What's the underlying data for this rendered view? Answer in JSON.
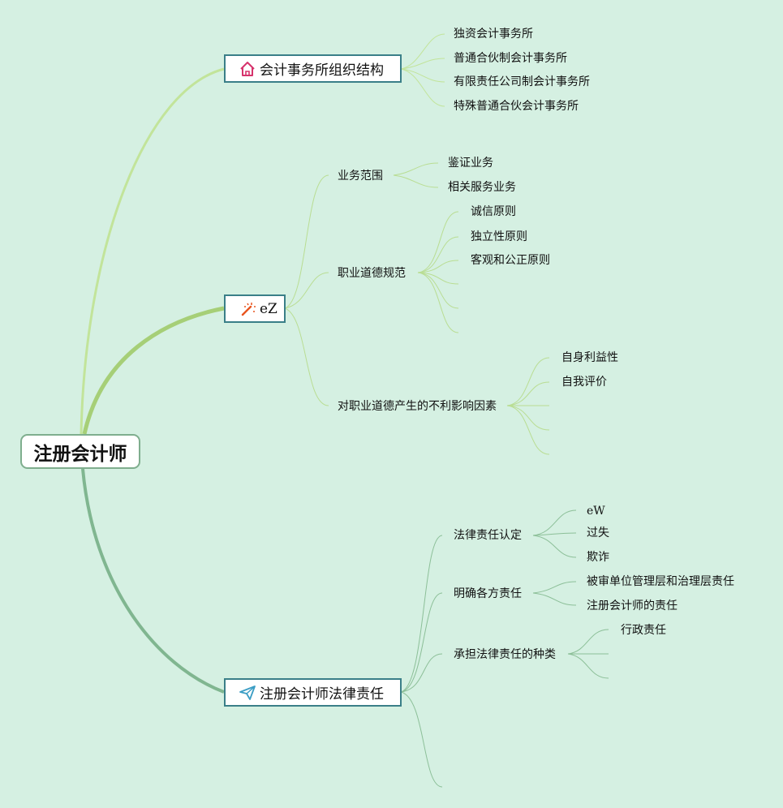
{
  "root": {
    "label": "注册会计师"
  },
  "branch1": {
    "label": "会计事务所组织结构",
    "icon": "house-icon",
    "items": [
      "独资会计事务所",
      "普通合伙制会计事务所",
      "有限责任公司制会计事务所",
      "特殊普通合伙会计事务所"
    ]
  },
  "branch2": {
    "label": "eZ",
    "icon": "magic-wand-icon",
    "scope": {
      "label": "业务范围",
      "items": [
        "鉴证业务",
        "相关服务业务"
      ]
    },
    "ethics": {
      "label": "职业道德规范",
      "items": [
        "诚信原则",
        "独立性原则",
        "客观和公正原则"
      ]
    },
    "threats": {
      "label": "对职业道德产生的不利影响因素",
      "items": [
        "自身利益性",
        "自我评价"
      ]
    }
  },
  "branch3": {
    "label": "注册会计师法律责任",
    "icon": "paper-plane-icon",
    "determination": {
      "label": "法律责任认定",
      "items": [
        "eW",
        "过失",
        "欺诈"
      ]
    },
    "parties": {
      "label": "明确各方责任",
      "items": [
        "被审单位管理层和治理层责任",
        "注册会计师的责任"
      ]
    },
    "types": {
      "label": "承担法律责任的种类",
      "items": [
        "行政责任"
      ]
    }
  },
  "colors": {
    "background": "#d5f0e2",
    "branch1_line": "#c2e49a",
    "branch2_line": "#a6cf77",
    "branch3_line": "#80b690",
    "node_border": "#3a7f88",
    "house_icon": "#d6336c",
    "wand_icon": "#e8541e",
    "plane_icon": "#3a9dc4"
  }
}
